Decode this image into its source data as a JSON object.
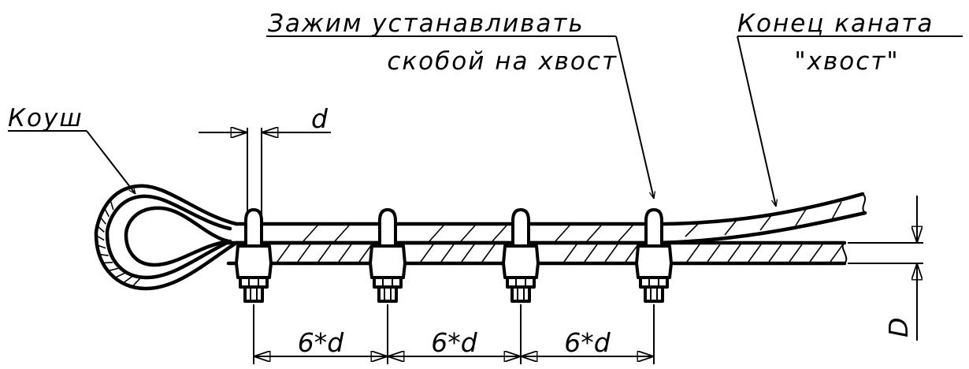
{
  "labels": {
    "thimble": "Коуш",
    "clip_line1": "Зажим устанавливать",
    "clip_line2": "скобой на хвост",
    "rope_end_line1": "Конец каната",
    "rope_end_line2": "\"хвост\"",
    "rope_diameter": "d",
    "cable_diameter": "D"
  },
  "spacing": [
    "6*d",
    "6*d",
    "6*d"
  ]
}
